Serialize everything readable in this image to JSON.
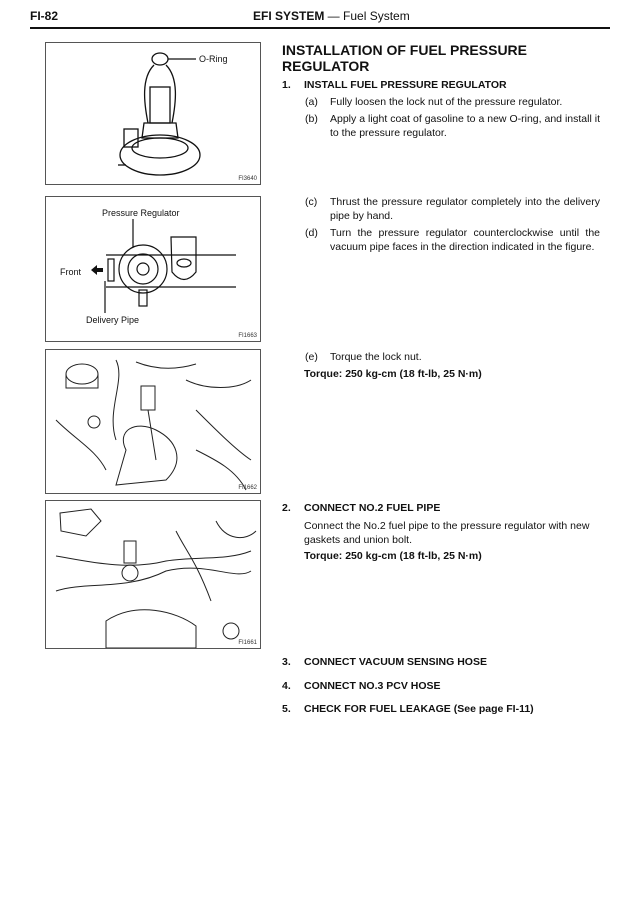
{
  "header": {
    "page_number": "FI-82",
    "section": "EFI SYSTEM",
    "separator": " — ",
    "subsection": "Fuel System"
  },
  "figures": [
    {
      "id": "FI3640",
      "labels": [
        "O-Ring"
      ]
    },
    {
      "id": "FI1663",
      "labels": [
        "Pressure Regulator",
        "Front",
        "Delivery Pipe"
      ]
    },
    {
      "id": "FI1662",
      "labels": []
    },
    {
      "id": "FI1661",
      "labels": []
    }
  ],
  "title": "INSTALLATION OF FUEL PRESSURE REGULATOR",
  "steps": [
    {
      "num": "1.",
      "title": "INSTALL FUEL PRESSURE REGULATOR",
      "subs": [
        {
          "key": "(a)",
          "text": "Fully loosen the lock nut of the pressure regulator."
        },
        {
          "key": "(b)",
          "text": "Apply a light coat of gasoline to a new O-ring, and install it to the pressure regulator."
        },
        {
          "key": "(c)",
          "text": "Thrust the pressure regulator completely into the delivery pipe by hand."
        },
        {
          "key": "(d)",
          "text": "Turn the pressure regulator counterclockwise until the vacuum pipe faces in the direction indicated in the figure."
        },
        {
          "key": "(e)",
          "text": "Torque the lock nut."
        }
      ],
      "torque": "Torque:   250 kg-cm (18 ft-lb, 25 N·m)"
    },
    {
      "num": "2.",
      "title": "CONNECT NO.2 FUEL PIPE",
      "text": "Connect the No.2 fuel pipe to the pressure regulator with new gaskets and union bolt.",
      "torque": "Torque:   250 kg-cm (18 ft-lb, 25 N·m)"
    },
    {
      "num": "3.",
      "title": "CONNECT VACUUM SENSING HOSE"
    },
    {
      "num": "4.",
      "title": "CONNECT NO.3 PCV HOSE"
    },
    {
      "num": "5.",
      "title": "CHECK FOR FUEL LEAKAGE (See page FI-11)"
    }
  ]
}
